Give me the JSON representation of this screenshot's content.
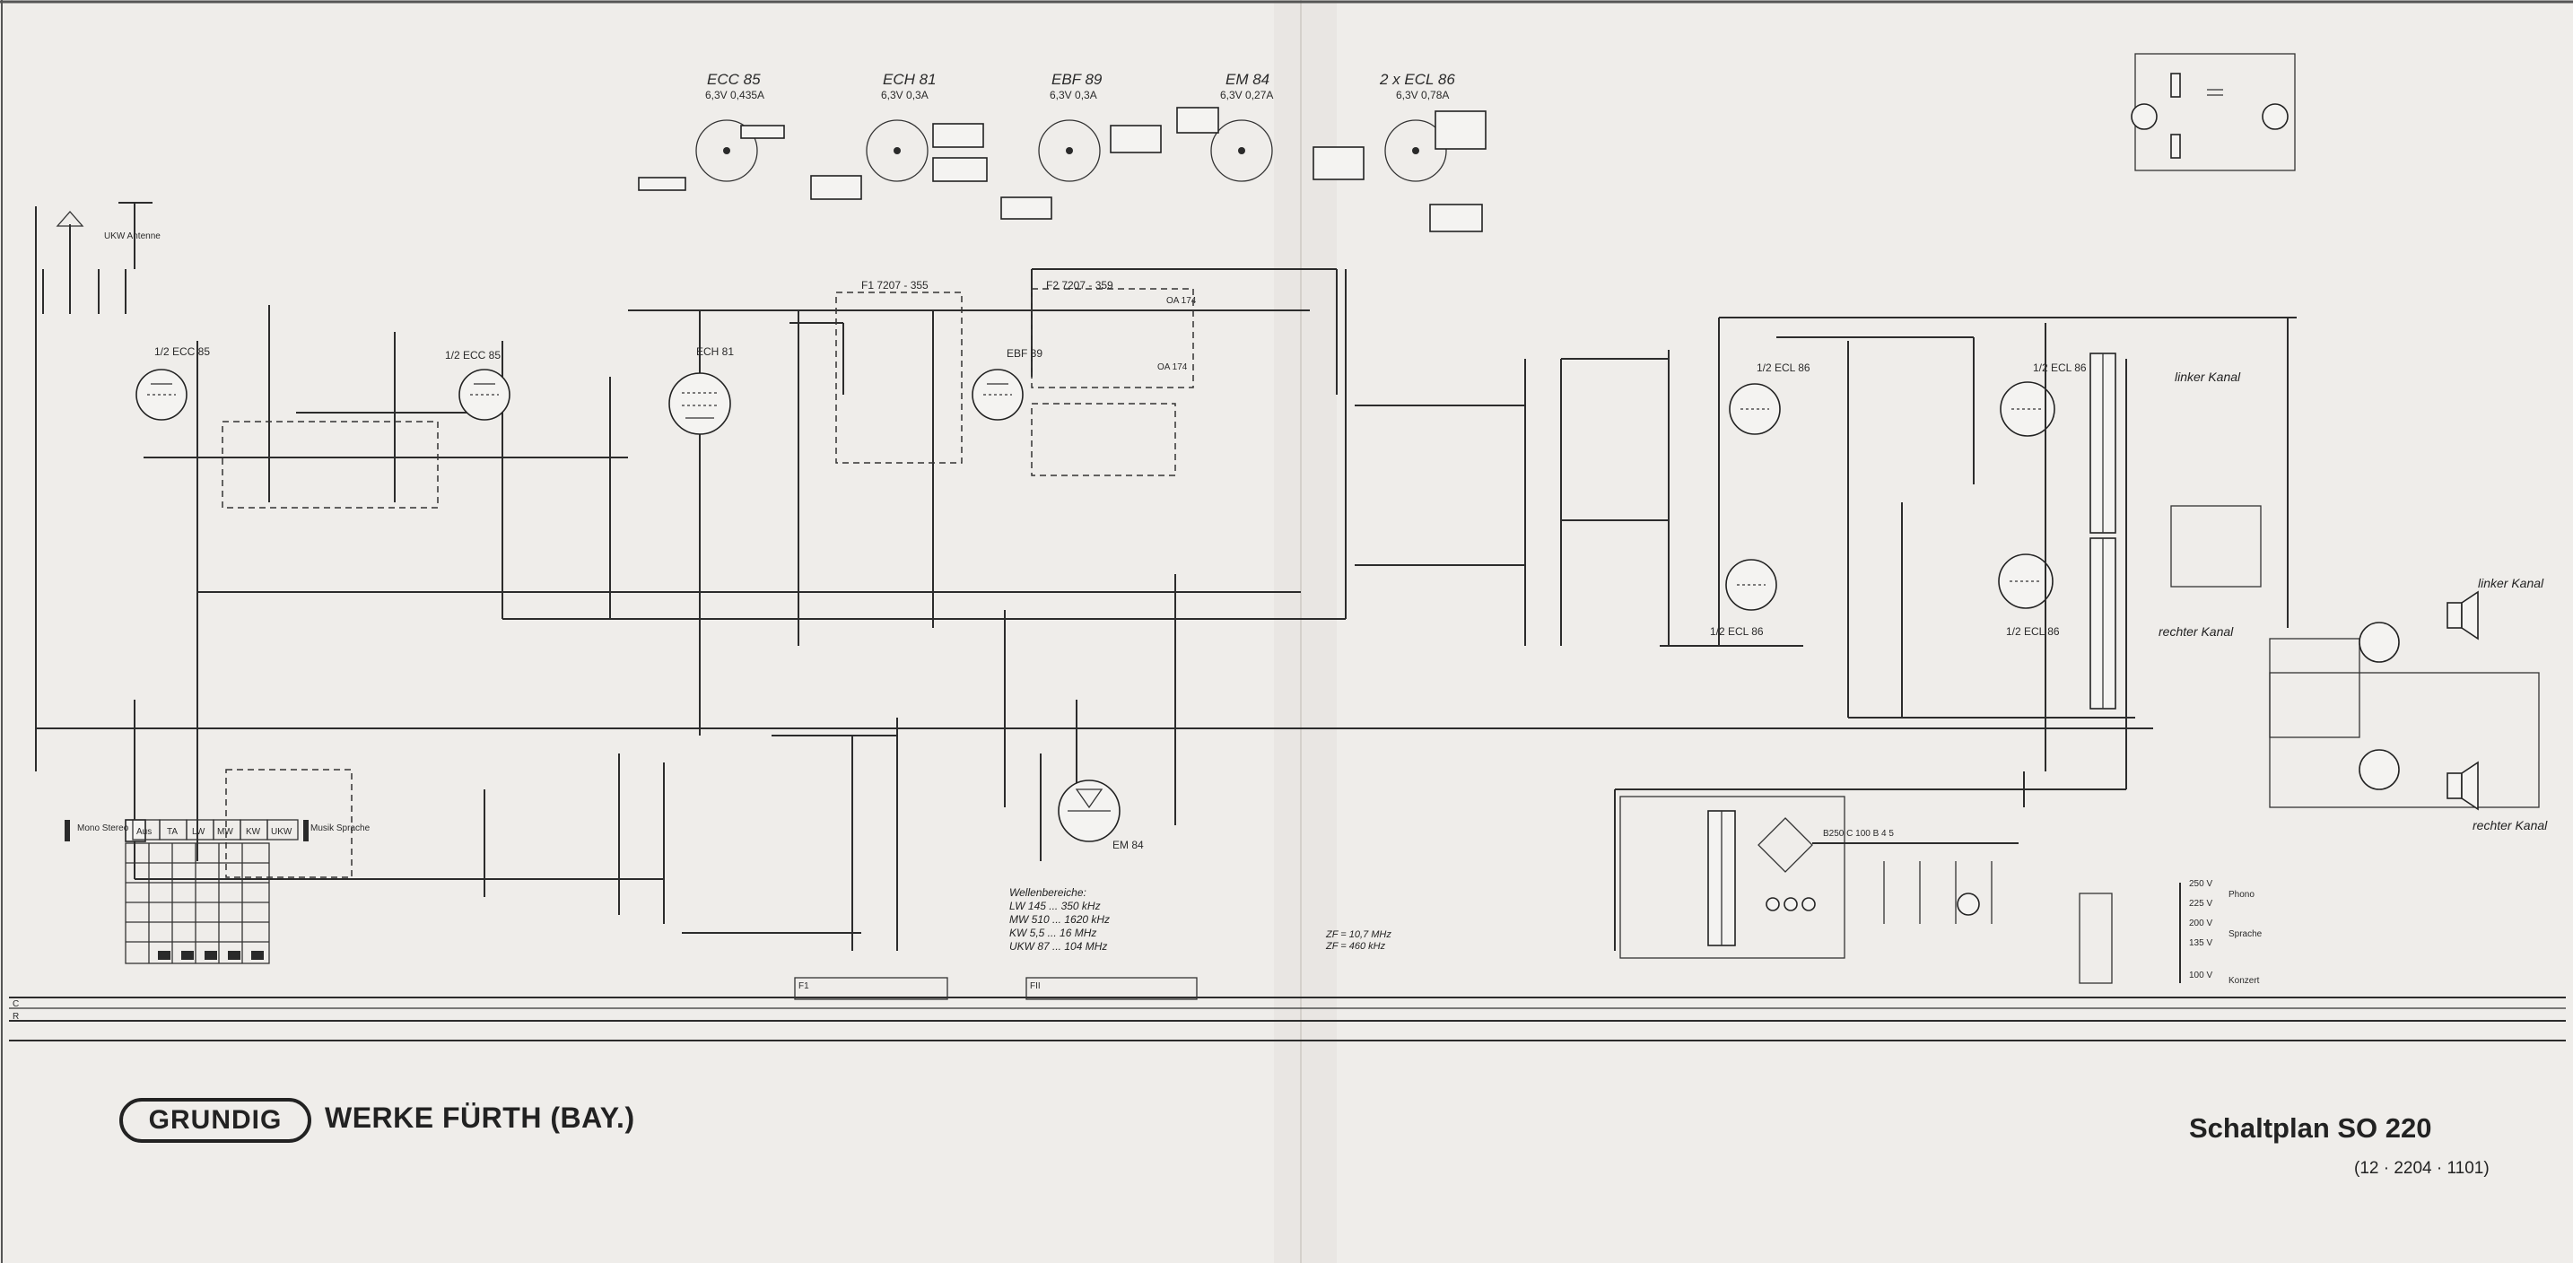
{
  "tubes": [
    {
      "name": "ECC 85",
      "spec": "6,3V 0,435A"
    },
    {
      "name": "ECH 81",
      "spec": "6,3V 0,3A"
    },
    {
      "name": "EBF 89",
      "spec": "6,3V 0,3A"
    },
    {
      "name": "EM 84",
      "spec": "6,3V 0,27A"
    },
    {
      "name": "2 x ECL 86",
      "spec": "6,3V 0,78A"
    }
  ],
  "stage_labels": {
    "rf_1": "1/2 ECC 85",
    "rf_2": "1/2 ECC 85",
    "mixer": "ECH 81",
    "if": "EBF 89",
    "tuning_eye": "EM 84",
    "amp_l_1": "1/2 ECL 86",
    "amp_l_2": "1/2 ECL 86",
    "amp_r_1": "1/2 ECL 86",
    "amp_r_2": "1/2 ECL 86",
    "f1": "F1 7207 - 355",
    "f2": "F2 7207 - 359",
    "antenna": "UKW Antenne",
    "rectifier": "B250 C 100 B 4 5",
    "demod": "OA 174",
    "rect_ind": "OA 174"
  },
  "wavebands": {
    "title": "Wellenbereiche:",
    "lines": [
      "LW 145 ... 350 kHz",
      "MW 510 ... 1620 kHz",
      "KW 5,5 ... 16 MHz",
      "UKW 87 ... 104 MHz"
    ]
  },
  "if_freqs": [
    "ZF = 10,7 MHz",
    "ZF = 460 kHz"
  ],
  "switch_keys": [
    "Aus",
    "TA",
    "LW",
    "MW",
    "KW",
    "UKW"
  ],
  "switch_side_labels": [
    "Mono Stereo",
    "Musik Sprache"
  ],
  "channels": {
    "left_top": "linker Kanal",
    "left_mid": "linker Kanal",
    "right_mid": "rechter Kanal",
    "right_bottom": "rechter Kanal"
  },
  "voltages": [
    "250 V",
    "225 V",
    "200 V",
    "135 V",
    "100 V"
  ],
  "legend_items": [
    "Phono",
    "Sprache",
    "Konzert"
  ],
  "grid_row_labels": [
    "C",
    "R"
  ],
  "footer": {
    "logo": "GRUNDIG",
    "company": "WERKE FÜRTH (BAY.)",
    "title": "Schaltplan  SO 220",
    "number": "(12 · 2204 · 1101)"
  }
}
